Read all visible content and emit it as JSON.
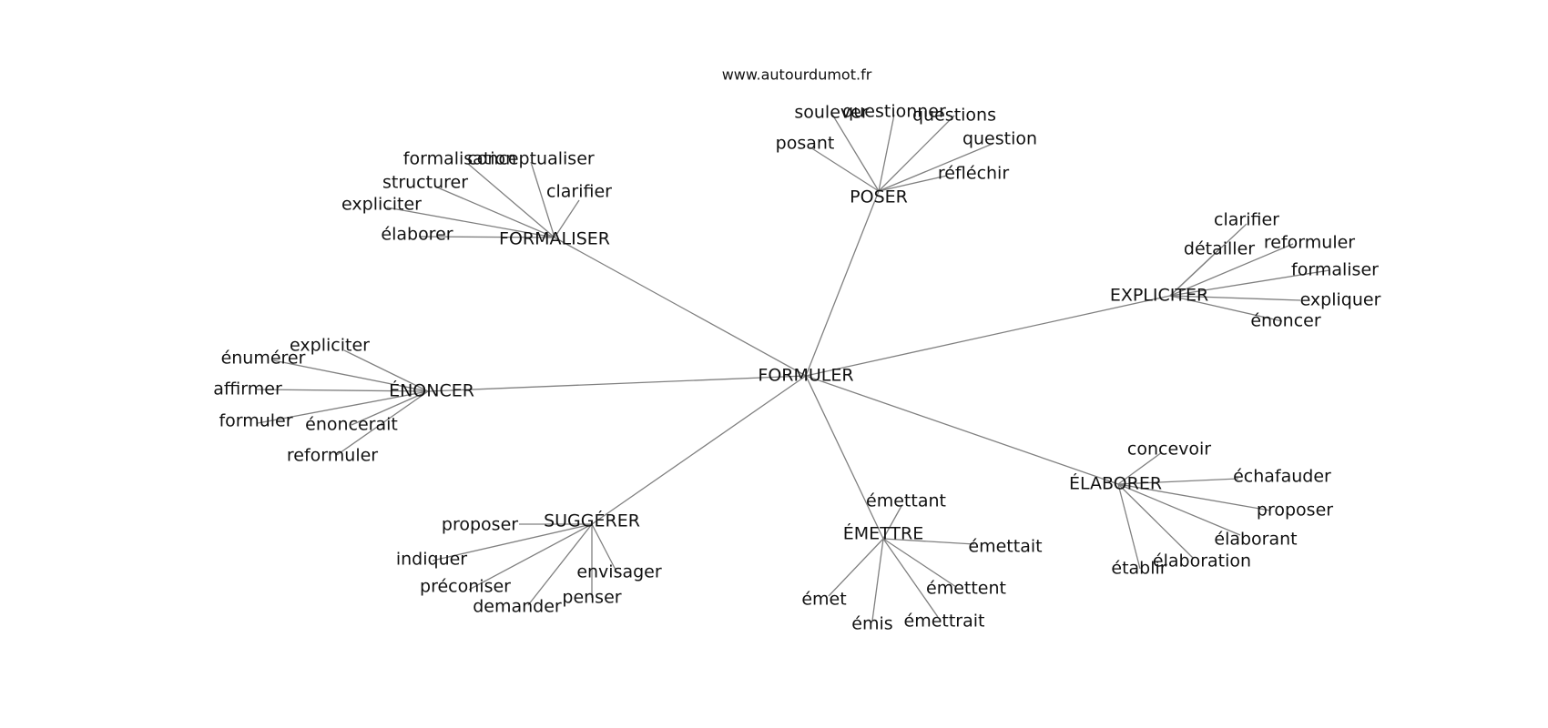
{
  "watermark": "www.autourdumot.fr",
  "colors": {
    "edge": "#808080",
    "text": "#111111",
    "background": "#ffffff"
  },
  "graph": {
    "center": "FORMULER",
    "clusters": [
      {
        "hub": "POSER",
        "words": [
          "soulever",
          "questionner",
          "questions",
          "posant",
          "question",
          "réfléchir"
        ]
      },
      {
        "hub": "FORMALISER",
        "words": [
          "formalisation",
          "conceptualiser",
          "structurer",
          "clarifier",
          "expliciter",
          "élaborer"
        ]
      },
      {
        "hub": "EXPLICITER",
        "words": [
          "clarifier",
          "détailler",
          "reformuler",
          "formaliser",
          "expliquer",
          "énoncer"
        ]
      },
      {
        "hub": "ÉNONCER",
        "words": [
          "expliciter",
          "énumérer",
          "affirmer",
          "formuler",
          "énoncerait",
          "reformuler"
        ]
      },
      {
        "hub": "ÉLABORER",
        "words": [
          "concevoir",
          "échafauder",
          "proposer",
          "élaborant",
          "élaboration",
          "établir"
        ]
      },
      {
        "hub": "SUGGÉRER",
        "words": [
          "proposer",
          "indiquer",
          "envisager",
          "préconiser",
          "penser",
          "demander"
        ]
      },
      {
        "hub": "ÉMETTRE",
        "words": [
          "émettant",
          "émettait",
          "émettent",
          "émet",
          "émis",
          "émettrait"
        ]
      }
    ]
  }
}
